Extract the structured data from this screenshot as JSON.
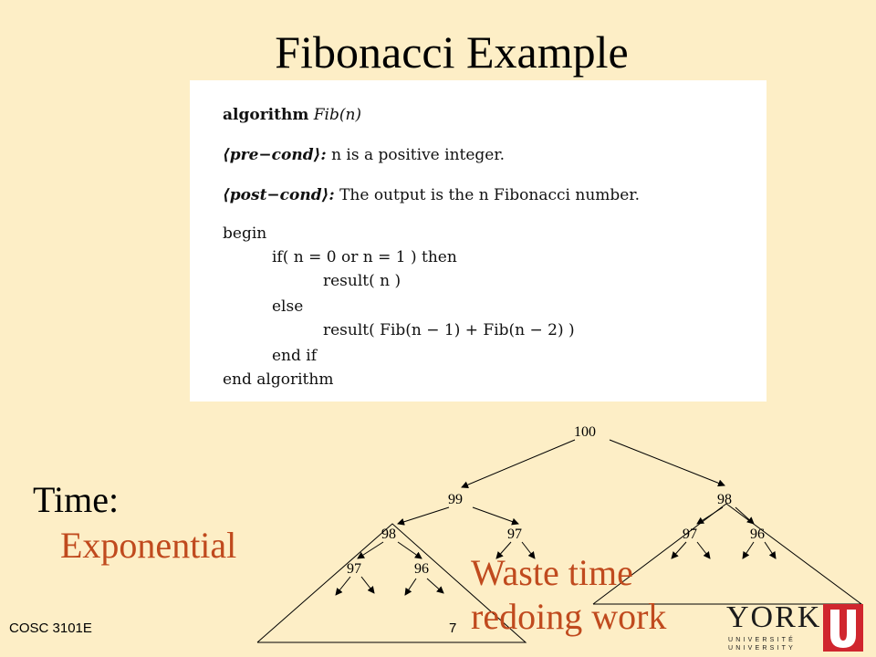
{
  "title": "Fibonacci Example",
  "algorithm": {
    "line1_kw": "algorithm",
    "line1_name": "Fib(n)",
    "pre_kw": "⟨pre−cond⟩:",
    "pre_text": "n is a positive integer.",
    "post_kw": "⟨post−cond⟩:",
    "post_text": "The output is the n Fibonacci number.",
    "begin": "begin",
    "if_line": "if( n = 0 or n = 1 ) then",
    "result_n": "result( n )",
    "else": "else",
    "result_fib": "result( Fib(n − 1) + Fib(n − 2) )",
    "end_if": "end if",
    "end_algorithm": "end algorithm"
  },
  "time_label": "Time:",
  "time_value": "Exponential",
  "waste_line1": "Waste time",
  "waste_line2": "redoing work",
  "tree_nodes": {
    "root": "100",
    "left": "99",
    "right": "98",
    "ll": "98",
    "lr": "97",
    "rl": "97",
    "rr": "96",
    "lll": "97",
    "llr": "96"
  },
  "footer": {
    "course": "COSC 3101E",
    "page": "7"
  },
  "logo": {
    "name": "YORK",
    "line1": "UNIVERSITÉ",
    "line2": "UNIVERSITY"
  },
  "colors": {
    "background": "#FDEEC6",
    "accent": "#C04A1E",
    "logo_red": "#D0262E"
  }
}
